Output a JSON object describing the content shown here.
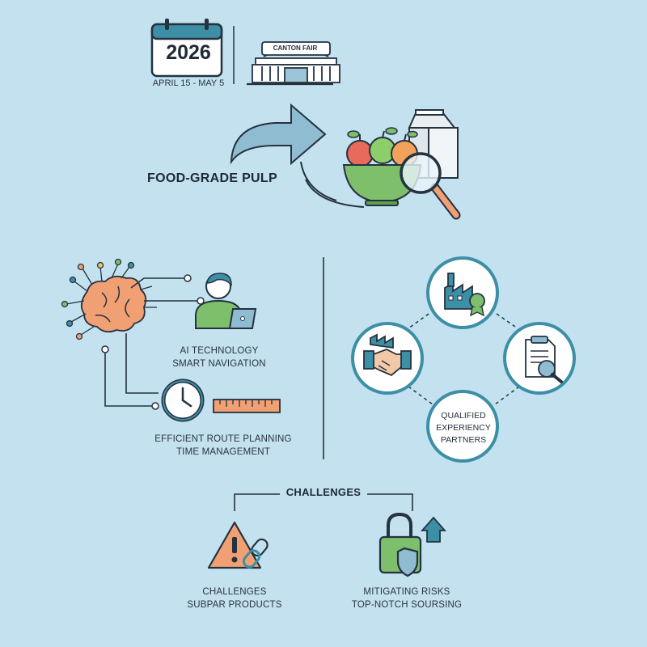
{
  "event": {
    "year": "2026",
    "dates": "APRIL 15 - MAY 5",
    "venue_sign": "CANTON FAIR"
  },
  "food": {
    "title": "FOOD-GRADE PULP"
  },
  "tech": {
    "ai_line1": "AI TECHNOLOGY",
    "ai_line2": "SMART NAVIGATION",
    "route_line1": "EFFICIENT ROUTE PLANNING",
    "route_line2": "TIME MANAGEMENT"
  },
  "partners": {
    "line1": "QUALIFIED",
    "line2": "EXPERIENCY",
    "line3": "PARTNERS"
  },
  "challenges": {
    "title": "CHALLENGES",
    "left_line1": "CHALLENGES",
    "left_line2": "SUBPAR PRODUCTS",
    "right_line1": "MITIGATING RISKS",
    "right_line2": "TOP-NOTCH SOURSING"
  },
  "colors": {
    "background": "#c3e1ef",
    "teal": "#3d8fa6",
    "dark": "#253240",
    "green": "#7dbf6a",
    "orange": "#f0a072"
  },
  "icons": [
    "calendar-icon",
    "canton-fair-building-icon",
    "arrow-icon",
    "fruit-bowl-icon",
    "milk-carton-icon",
    "magnifier-icon",
    "brain-icon",
    "user-laptop-icon",
    "clock-icon",
    "ruler-icon",
    "factory-badge-icon",
    "handshake-icon",
    "document-search-icon",
    "warning-icon",
    "broken-link-icon",
    "padlock-shield-icon",
    "up-arrow-icon"
  ]
}
